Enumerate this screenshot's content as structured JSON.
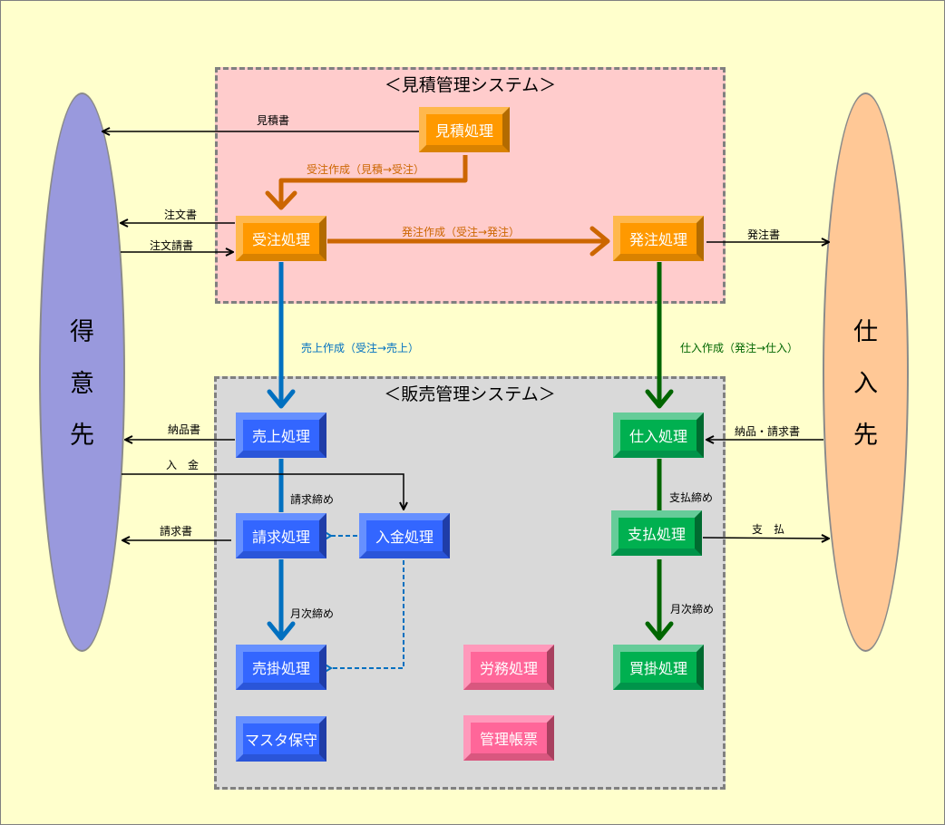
{
  "systems": {
    "estimate": {
      "title": "＜見積管理システム＞",
      "color": "#FFCCCC"
    },
    "sales": {
      "title": "＜販売管理システム＞",
      "color": "#D9D9D9"
    }
  },
  "parties": {
    "customer": {
      "chars": [
        "得",
        "意",
        "先"
      ],
      "color": "#9999DD"
    },
    "supplier": {
      "chars": [
        "仕",
        "入",
        "先"
      ],
      "color": "#FFC896"
    }
  },
  "boxes": {
    "mitsumori": {
      "label": "見積処理",
      "group": "orange"
    },
    "juchu": {
      "label": "受注処理",
      "group": "orange"
    },
    "hatchu": {
      "label": "発注処理",
      "group": "orange"
    },
    "uriage": {
      "label": "売上処理",
      "group": "blue"
    },
    "seikyu": {
      "label": "請求処理",
      "group": "blue"
    },
    "nyukin": {
      "label": "入金処理",
      "group": "blue"
    },
    "urikake": {
      "label": "売掛処理",
      "group": "blue"
    },
    "master": {
      "label": "マスタ保守",
      "group": "blue"
    },
    "romu": {
      "label": "労務処理",
      "group": "pink"
    },
    "kanri": {
      "label": "管理帳票",
      "group": "pink"
    },
    "shiire": {
      "label": "仕入処理",
      "group": "green"
    },
    "shiharai": {
      "label": "支払処理",
      "group": "green"
    },
    "kaikake": {
      "label": "買掛処理",
      "group": "green"
    }
  },
  "colors": {
    "orange": {
      "face": "#FF9900",
      "light": "#FFB84D",
      "dark": "#B36B00",
      "mid": "#D98200"
    },
    "blue": {
      "face": "#3366FF",
      "light": "#6690FF",
      "dark": "#1F3DA8",
      "mid": "#2A55D9"
    },
    "pink": {
      "face": "#FF6699",
      "light": "#FF99BB",
      "dark": "#A8405F",
      "mid": "#D9577F"
    },
    "green": {
      "face": "#00B050",
      "light": "#66CC99",
      "dark": "#006B30",
      "mid": "#00944A"
    },
    "flow_orange": "#CC6600",
    "flow_blue": "#0070C0",
    "flow_green": "#006600"
  },
  "labels": {
    "mitsumorisho": "見積書",
    "juchu_sakusei": "受注作成（見積→受注）",
    "chumonsho": "注文書",
    "chumon_ukesho": "注文請書",
    "hatchu_sakusei": "発注作成（受注→発注）",
    "hatchusho": "発注書",
    "uriage_sakusei": "売上作成（受注→売上）",
    "shiire_sakusei": "仕入作成（発注→仕入）",
    "nohinsho": "納品書",
    "nyukin": "入　金",
    "seikyu_shime": "請求締め",
    "seikyusho": "請求書",
    "getsuji_shime_left": "月次締め",
    "nohin_seikyusho": "納品・請求書",
    "shiharai_shime": "支払締め",
    "shiharai": "支　払",
    "getsuji_shime_right": "月次締め"
  }
}
